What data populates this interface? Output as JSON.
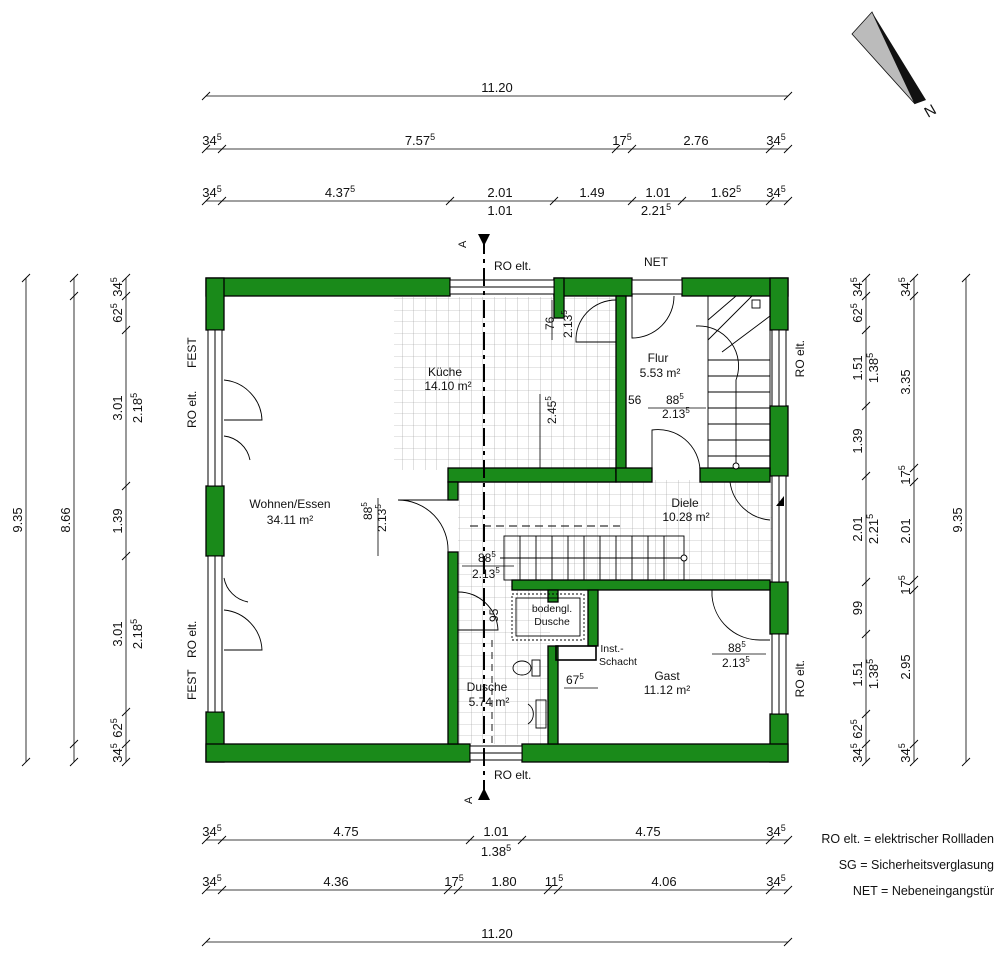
{
  "compass_label": "N",
  "section_marker": "A",
  "rooms": {
    "wohnen": {
      "name": "Wohnen/Essen",
      "area": "34.11 m²"
    },
    "kueche": {
      "name": "Küche",
      "area": "14.10 m²"
    },
    "flur": {
      "name": "Flur",
      "area": "5.53 m²"
    },
    "diele": {
      "name": "Diele",
      "area": "10.28 m²"
    },
    "dusche": {
      "name": "Dusche",
      "area": "5.74 m²"
    },
    "gast": {
      "name": "Gast",
      "area": "11.12 m²"
    }
  },
  "fixtures": {
    "shower": [
      "bodengl.",
      "Dusche"
    ],
    "shaft": [
      "Inst.-",
      "Schacht"
    ]
  },
  "openings": {
    "ro": "RO elt.",
    "fest": "FEST",
    "net": "NET"
  },
  "door_dims": {
    "d885": "88",
    "d885_sup": "5",
    "d2135": "2.13",
    "d2135_sup": "5",
    "d56": "56",
    "d95": "95",
    "d675": "67",
    "d675_sup": "5",
    "d76": "76",
    "d2135b": "2.13",
    "d2135b_sup": "5",
    "d245": "2.45",
    "d245_sup": "5"
  },
  "dim_top": {
    "total": "11.20",
    "row2": [
      [
        "34",
        "5"
      ],
      [
        "7.57",
        "5"
      ],
      [
        "17",
        "5"
      ],
      [
        "2.76",
        ""
      ],
      [
        "34",
        "5"
      ]
    ],
    "row3": [
      [
        "34",
        "5"
      ],
      [
        "4.37",
        "5"
      ],
      [
        "2.01",
        ""
      ],
      [
        "1.49",
        ""
      ],
      [
        "1.01",
        ""
      ],
      [
        "1.62",
        "5"
      ],
      [
        "34",
        "5"
      ]
    ],
    "row3_sub": [
      [
        "1.01",
        ""
      ],
      [
        "2.21",
        "5"
      ]
    ]
  },
  "dim_bottom": {
    "total": "11.20",
    "row1": [
      [
        "34",
        "5"
      ],
      [
        "4.75",
        ""
      ],
      [
        "1.01",
        ""
      ],
      [
        "4.75",
        ""
      ],
      [
        "34",
        "5"
      ]
    ],
    "row1_sub": [
      [
        "1.38",
        "5"
      ]
    ],
    "row2": [
      [
        "34",
        "5"
      ],
      [
        "4.36",
        ""
      ],
      [
        "17",
        "5"
      ],
      [
        "1.80",
        ""
      ],
      [
        "11",
        "5"
      ],
      [
        "4.06",
        ""
      ],
      [
        "34",
        "5"
      ]
    ]
  },
  "dim_left": {
    "total": "9.35",
    "mid": "8.66",
    "inner": [
      [
        "34",
        "5"
      ],
      [
        "62",
        "5"
      ],
      [
        "3.01",
        ""
      ],
      [
        "1.39",
        ""
      ],
      [
        "3.01",
        ""
      ],
      [
        "62",
        "5"
      ],
      [
        "34",
        "5"
      ]
    ],
    "inner_sub": [
      [
        "2.18",
        "5"
      ],
      [
        "2.18",
        "5"
      ]
    ]
  },
  "dim_right": {
    "total": "9.35",
    "row_a": [
      [
        "34",
        "5"
      ],
      [
        "62",
        "5"
      ],
      [
        "1.51",
        ""
      ],
      [
        "1.39",
        ""
      ],
      [
        "2.01",
        ""
      ],
      [
        "99",
        ""
      ],
      [
        "1.51",
        ""
      ],
      [
        "62",
        "5"
      ],
      [
        "34",
        "5"
      ]
    ],
    "row_a_sub": [
      [
        "1.38",
        "5"
      ],
      [
        "2.21",
        "5"
      ],
      [
        "1.38",
        "5"
      ]
    ],
    "row_b": [
      [
        "34",
        "5"
      ],
      [
        "3.35",
        ""
      ],
      [
        "17",
        "5"
      ],
      [
        "2.01",
        ""
      ],
      [
        "17",
        "5"
      ],
      [
        "2.95",
        ""
      ],
      [
        "34",
        "5"
      ]
    ]
  },
  "legend": [
    "RO elt. = elektrischer Rollladen",
    "SG = Sicherheitsverglasung",
    "NET = Nebeneingangstür"
  ]
}
